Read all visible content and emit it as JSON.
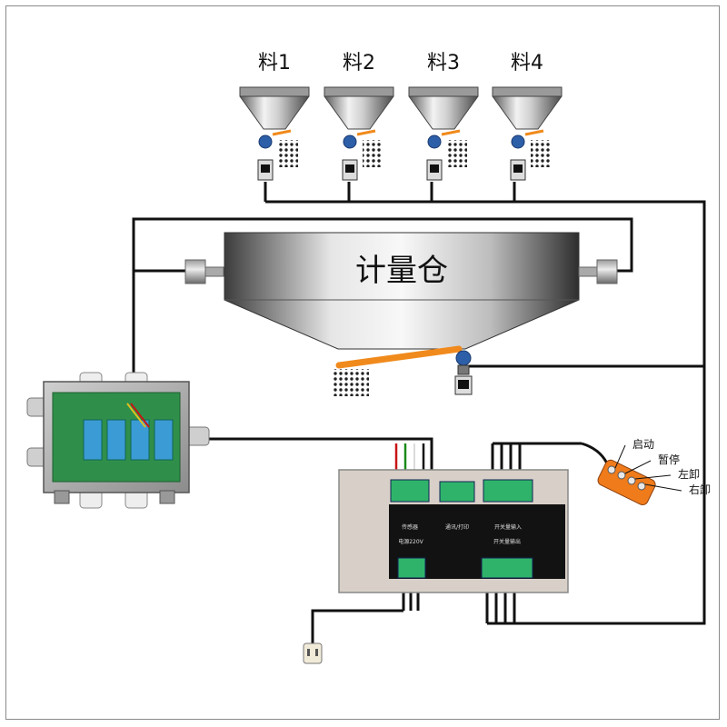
{
  "hoppers": [
    {
      "label": "料1"
    },
    {
      "label": "料2"
    },
    {
      "label": "料3"
    },
    {
      "label": "料4"
    }
  ],
  "weigh_bin": {
    "label": "计量仓"
  },
  "pendant": {
    "buttons": [
      {
        "label": "启动"
      },
      {
        "label": "暂停"
      },
      {
        "label": "左卸"
      },
      {
        "label": "右卸"
      }
    ]
  },
  "controller": {
    "sensor_label": "传感器",
    "comm_label": "通讯/打印",
    "switch_in_label": "开关量输入",
    "power_label": "电源220V",
    "switch_out_label": "开关量输出"
  },
  "colors": {
    "wire": "#111111",
    "conveyor": "#f08a1c",
    "terminal": "#2fb36a",
    "pendant": "#f07b1a",
    "panel": "#d8d0c8"
  }
}
